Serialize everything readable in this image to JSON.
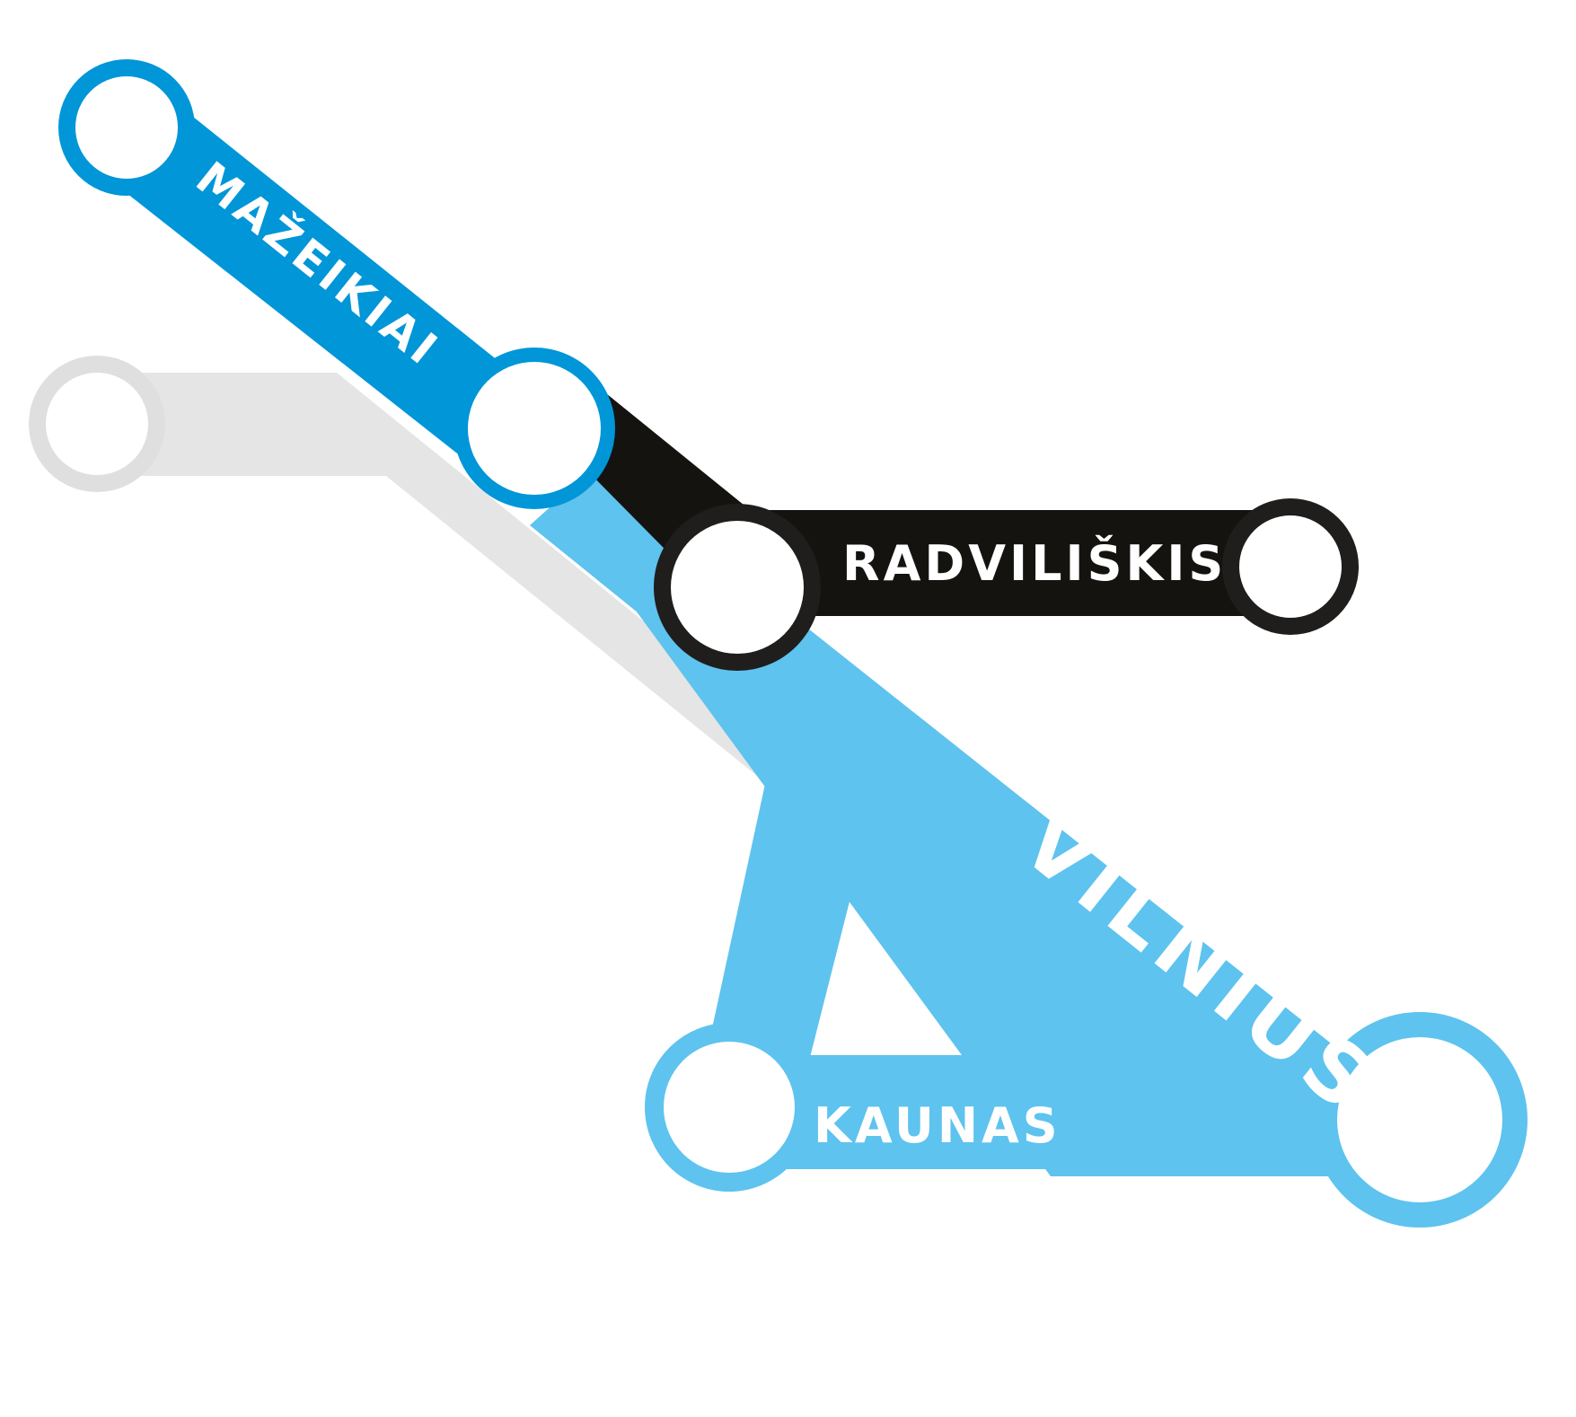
{
  "colors": {
    "grey_line": "#e4e5e4",
    "grey_ring": "#dedfde",
    "dark_blue": "#0096d8",
    "light_blue": "#5ec3ee",
    "black_line": "#14130f",
    "black_ring": "#1f1e1c",
    "station_fill": "#ffffff"
  },
  "stations": {
    "mazeikiai": {
      "name": "MAŽEIKIAI"
    },
    "radviliskis": {
      "name": "RADVILIŠKIS"
    },
    "kaunas": {
      "name": "KAUNAS"
    },
    "vilnius": {
      "name": "VILNIUS"
    }
  }
}
